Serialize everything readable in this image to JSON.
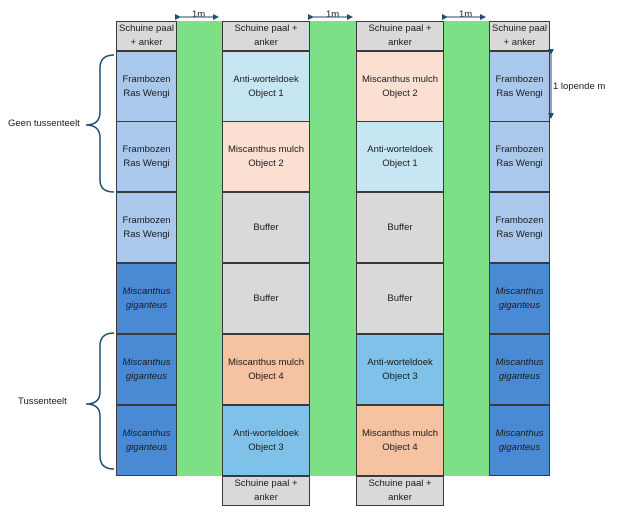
{
  "colors": {
    "grey": "#d9d9d9",
    "frambozen": "#a9c8ec",
    "miscanthus_dark": "#4a8ad4",
    "anti_light": "#c7e6f4",
    "anti_mid": "#7fc1e8",
    "mulch_light": "#fbe0d2",
    "mulch_mid": "#f5c2a2",
    "path_green": "#7ddf86",
    "bracket": "#1f4e6e"
  },
  "top_anchor_label": "Schuine paal\n+ anker",
  "top_anchor_label_2": "Schuine paal +\nanker",
  "bottom_anchor_label": "Schuine paal +\nanker",
  "spacing_label": "1m",
  "row_unit_label": "1 lopende m",
  "group_top_label": "Geen tussenteelt",
  "group_bottom_label": "Tussenteelt",
  "col1": [
    {
      "text": "Frambozen\nRas Wengi",
      "color": "frambozen",
      "italic": false
    },
    {
      "text": "Frambozen\nRas Wengi",
      "color": "frambozen",
      "italic": false
    },
    {
      "text": "Frambozen\nRas Wengi",
      "color": "frambozen",
      "italic": false
    },
    {
      "text": "Miscanthus\ngiganteus",
      "color": "miscanthus_dark",
      "italic": true
    },
    {
      "text": "Miscanthus\ngiganteus",
      "color": "miscanthus_dark",
      "italic": true
    },
    {
      "text": "Miscanthus\ngiganteus",
      "color": "miscanthus_dark",
      "italic": true
    }
  ],
  "col2": [
    {
      "text": "Anti-worteldoek\nObject 1",
      "color": "anti_light",
      "italic": false
    },
    {
      "text": "Miscanthus mulch\nObject 2",
      "color": "mulch_light",
      "italic": false
    },
    {
      "text": "Buffer",
      "color": "grey",
      "italic": false
    },
    {
      "text": "Buffer",
      "color": "grey",
      "italic": false
    },
    {
      "text": "Miscanthus mulch\nObject 4",
      "color": "mulch_mid",
      "italic": false
    },
    {
      "text": "Anti-worteldoek\nObject 3",
      "color": "anti_mid",
      "italic": false
    }
  ],
  "col3": [
    {
      "text": "Miscanthus mulch\nObject 2",
      "color": "mulch_light",
      "italic": false
    },
    {
      "text": "Anti-worteldoek\nObject 1",
      "color": "anti_light",
      "italic": false
    },
    {
      "text": "Buffer",
      "color": "grey",
      "italic": false
    },
    {
      "text": "Buffer",
      "color": "grey",
      "italic": false
    },
    {
      "text": "Anti-worteldoek\nObject 3",
      "color": "anti_mid",
      "italic": false
    },
    {
      "text": "Miscanthus mulch\nObject 4",
      "color": "mulch_mid",
      "italic": false
    }
  ],
  "col4": [
    {
      "text": "Frambozen\nRas Wengi",
      "color": "frambozen",
      "italic": false
    },
    {
      "text": "Frambozen\nRas Wengi",
      "color": "frambozen",
      "italic": false
    },
    {
      "text": "Frambozen\nRas Wengi",
      "color": "frambozen",
      "italic": false
    },
    {
      "text": "Miscanthus\ngiganteus",
      "color": "miscanthus_dark",
      "italic": true
    },
    {
      "text": "Miscanthus\ngiganteus",
      "color": "miscanthus_dark",
      "italic": true
    },
    {
      "text": "Miscanthus\ngiganteus",
      "color": "miscanthus_dark",
      "italic": true
    }
  ]
}
